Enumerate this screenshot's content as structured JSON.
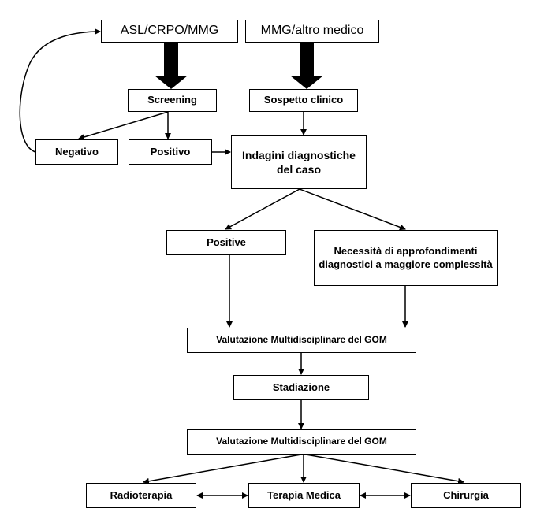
{
  "diagram": {
    "nodes": {
      "asl": "ASL/CRPO/MMG",
      "mmg": "MMG/altro medico",
      "screening": "Screening",
      "sospetto": "Sospetto clinico",
      "negativo": "Negativo",
      "positivo": "Positivo",
      "indagini": "Indagini diagnostiche del caso",
      "positive": "Positive",
      "necessita": "Necessità di approfondimenti diagnostici a maggiore complessità",
      "valutazione_1": "Valutazione Multidisciplinare del GOM",
      "stadiazione": "Stadiazione",
      "valutazione_2": "Valutazione Multidisciplinare del GOM",
      "radioterapia": "Radioterapia",
      "terapia_medica": "Terapia Medica",
      "chirurgia": "Chirurgia"
    },
    "edges": [
      {
        "from": "asl",
        "to": "screening",
        "style": "thick"
      },
      {
        "from": "mmg",
        "to": "sospetto",
        "style": "thick"
      },
      {
        "from": "screening",
        "to": "negativo",
        "style": "thin"
      },
      {
        "from": "screening",
        "to": "positivo",
        "style": "thin"
      },
      {
        "from": "negativo",
        "to": "asl",
        "style": "curved"
      },
      {
        "from": "sospetto",
        "to": "indagini",
        "style": "thin"
      },
      {
        "from": "positivo",
        "to": "indagini",
        "style": "thin"
      },
      {
        "from": "indagini",
        "to": "positive",
        "style": "thin"
      },
      {
        "from": "indagini",
        "to": "necessita",
        "style": "thin"
      },
      {
        "from": "positive",
        "to": "valutazione_1",
        "style": "thin"
      },
      {
        "from": "necessita",
        "to": "valutazione_1",
        "style": "thin"
      },
      {
        "from": "valutazione_1",
        "to": "stadiazione",
        "style": "thin"
      },
      {
        "from": "stadiazione",
        "to": "valutazione_2",
        "style": "thin"
      },
      {
        "from": "valutazione_2",
        "to": "radioterapia",
        "style": "thin"
      },
      {
        "from": "valutazione_2",
        "to": "terapia_medica",
        "style": "thin"
      },
      {
        "from": "valutazione_2",
        "to": "chirurgia",
        "style": "thin"
      },
      {
        "from": "radioterapia",
        "to": "terapia_medica",
        "style": "bidirectional"
      },
      {
        "from": "terapia_medica",
        "to": "chirurgia",
        "style": "bidirectional"
      }
    ]
  }
}
